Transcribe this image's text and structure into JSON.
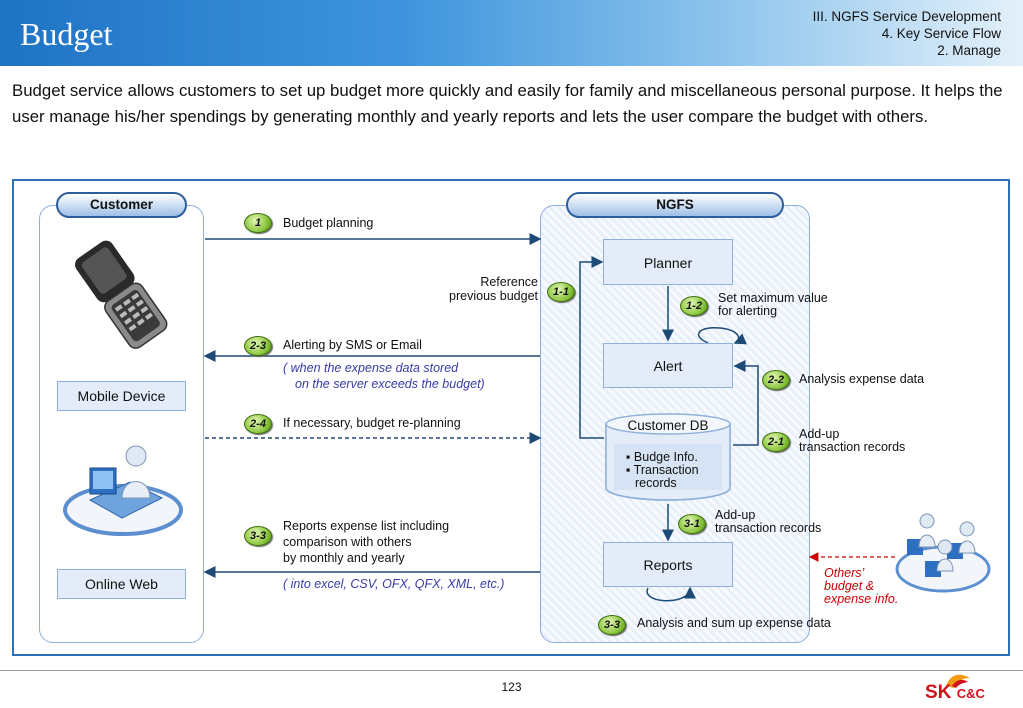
{
  "header": {
    "title": "Budget",
    "breadcrumb": [
      "III. NGFS Service Development",
      "4. Key Service Flow",
      "2. Manage"
    ]
  },
  "intro": "Budget service allows customers to set up budget more quickly and easily for family and miscellaneous personal purpose. It helps the user manage his/her spendings by generating monthly and yearly reports and lets the user compare the budget with others.",
  "customer": {
    "title": "Customer",
    "mobile_label": "Mobile Device",
    "web_label": "Online Web"
  },
  "ngfs": {
    "title": "NGFS",
    "planner": "Planner",
    "alert": "Alert",
    "db_title": "Customer DB",
    "db_items": [
      "▪ Budge Info.",
      "▪ Transaction",
      "records"
    ],
    "reports": "Reports"
  },
  "steps": {
    "s1": {
      "badge": "1",
      "label": "Budget planning"
    },
    "s1_1": {
      "badge": "1-1",
      "label": [
        "Reference",
        "previous budget"
      ]
    },
    "s1_2": {
      "badge": "1-2",
      "label": [
        "Set maximum value",
        "for alerting"
      ]
    },
    "s2_1": {
      "badge": "2-1",
      "label": [
        "Add-up",
        "transaction records"
      ]
    },
    "s2_2": {
      "badge": "2-2",
      "label": "Analysis expense data"
    },
    "s2_3": {
      "badge": "2-3",
      "label": "Alerting by SMS or Email",
      "note": [
        "( when the expense data stored",
        "on the server exceeds the budget)"
      ]
    },
    "s2_4": {
      "badge": "2-4",
      "label": "If necessary, budget re-planning"
    },
    "s3_1": {
      "badge": "3-1",
      "label": [
        "Add-up",
        "transaction records"
      ]
    },
    "s3_3a": {
      "badge": "3-3",
      "label": [
        "Reports expense list including",
        "comparison with others",
        "by monthly and yearly"
      ],
      "note": "( into excel, CSV, OFX, QFX, XML, etc.)"
    },
    "s3_3b": {
      "badge": "3-3",
      "label": "Analysis and sum up expense data"
    }
  },
  "others": [
    "Others’",
    "budget &",
    "expense info."
  ],
  "footer": {
    "page": "123",
    "logo_main": "SK",
    "logo_sub": "C&C"
  },
  "colors": {
    "accent": "#2f6fb5",
    "arrow": "#1e4a78",
    "badge": "#8cc63f",
    "others": "#cc0000"
  }
}
